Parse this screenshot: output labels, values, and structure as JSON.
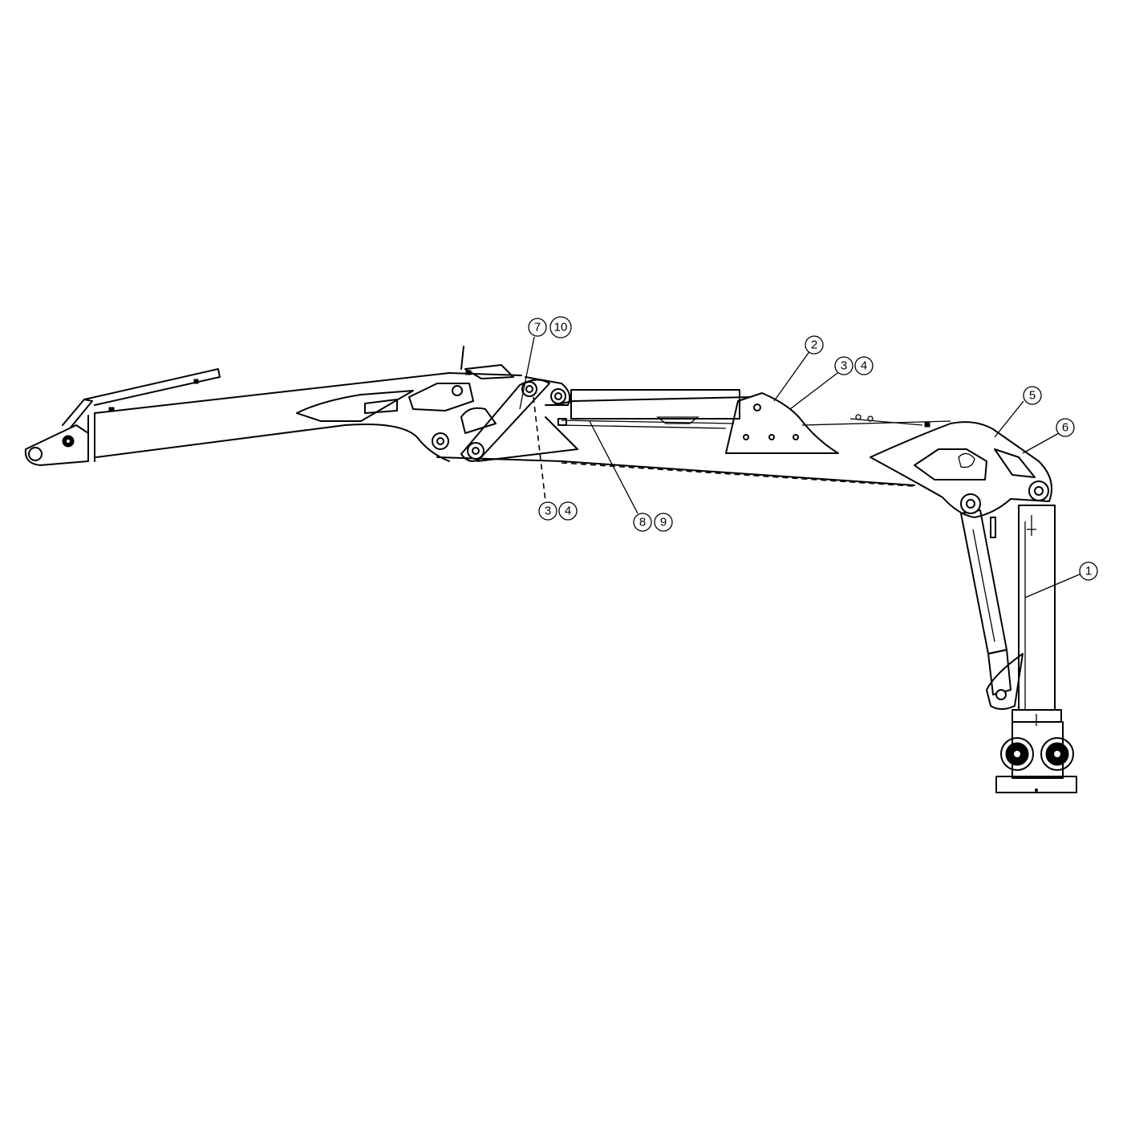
{
  "callouts": [
    {
      "id": "c1",
      "label": "1"
    },
    {
      "id": "c2",
      "label": "2"
    },
    {
      "id": "c3a",
      "label": "3"
    },
    {
      "id": "c4a",
      "label": "4"
    },
    {
      "id": "c3b",
      "label": "3"
    },
    {
      "id": "c4b",
      "label": "4"
    },
    {
      "id": "c5",
      "label": "5"
    },
    {
      "id": "c6",
      "label": "6"
    },
    {
      "id": "c7",
      "label": "7"
    },
    {
      "id": "c10",
      "label": "10"
    },
    {
      "id": "c8",
      "label": "8"
    },
    {
      "id": "c9",
      "label": "9"
    }
  ]
}
